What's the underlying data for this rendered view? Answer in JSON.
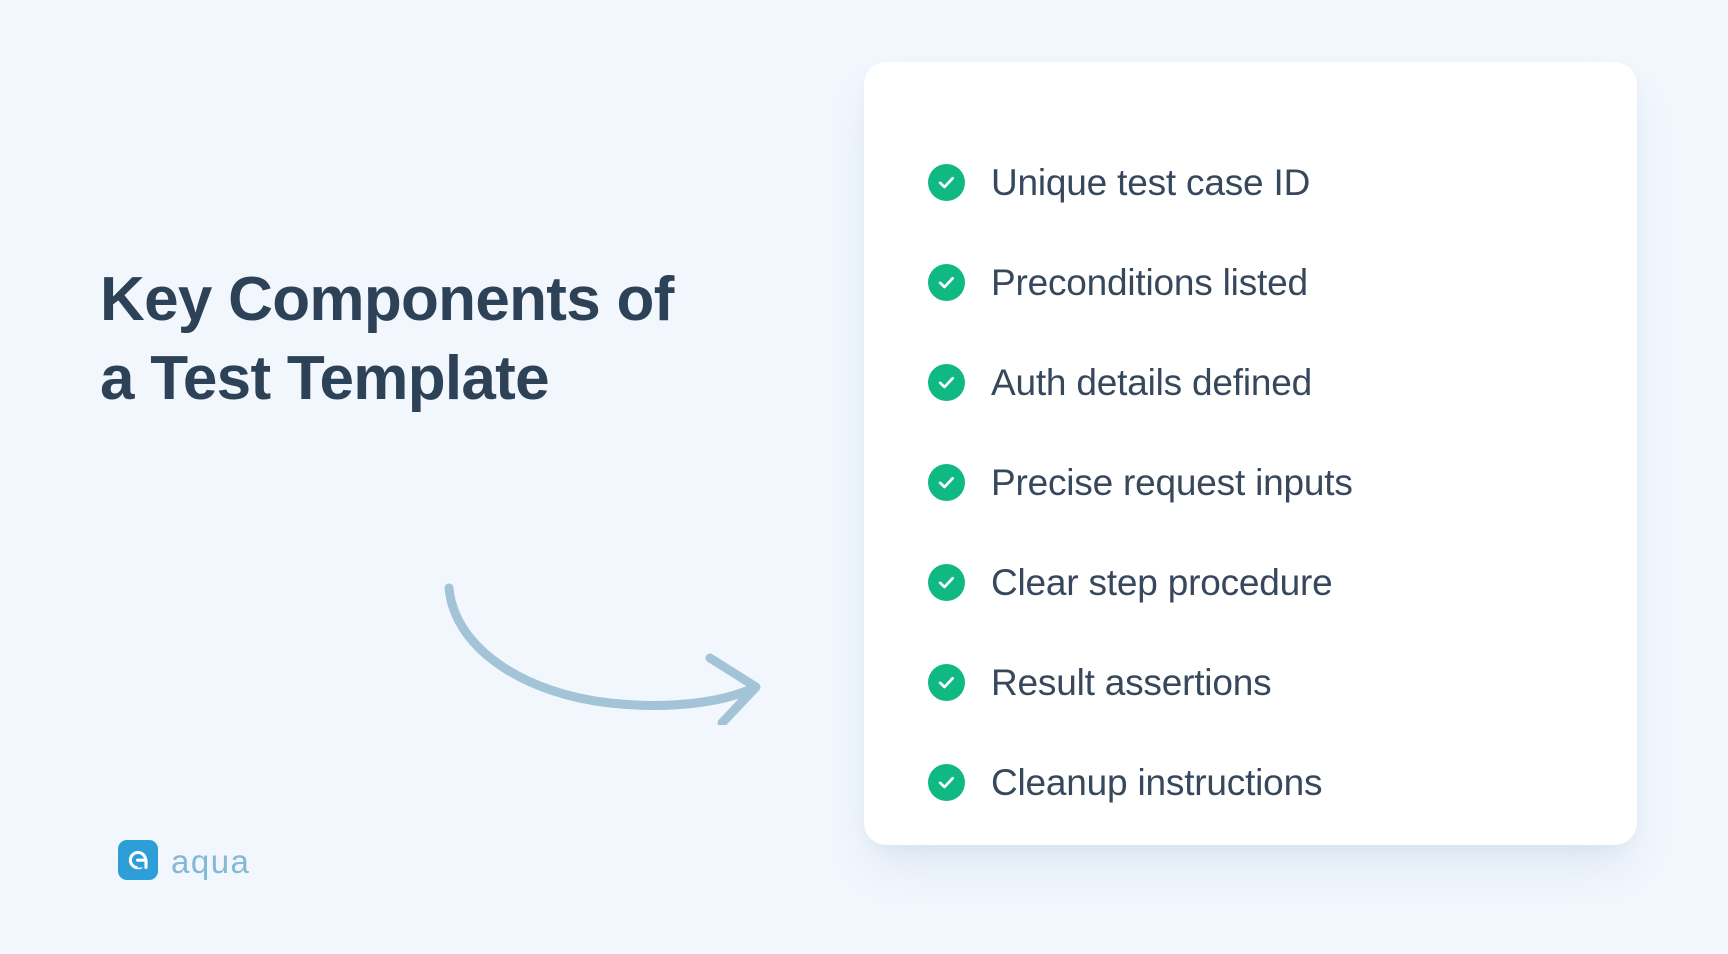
{
  "background_color": "#f2f6fd",
  "heading": {
    "text": "Key Components of\na Test Template",
    "color": "#2d4257"
  },
  "arrow": {
    "icon": "curved-arrow-right-icon",
    "color": "#a3c3d6"
  },
  "brand": {
    "mark_icon": "aqua-logo-mark-icon",
    "wordmark": "aqua",
    "mark_color": "#2e9ed8",
    "wordmark_color": "#83b9d6"
  },
  "card": {
    "background_color": "#ffffff",
    "check_color": "#0fb981",
    "label_color": "#37485c",
    "items": [
      {
        "icon": "check-circle-icon",
        "label": "Unique test case ID"
      },
      {
        "icon": "check-circle-icon",
        "label": "Preconditions listed"
      },
      {
        "icon": "check-circle-icon",
        "label": "Auth details defined"
      },
      {
        "icon": "check-circle-icon",
        "label": "Precise request inputs"
      },
      {
        "icon": "check-circle-icon",
        "label": "Clear step procedure"
      },
      {
        "icon": "check-circle-icon",
        "label": "Result assertions"
      },
      {
        "icon": "check-circle-icon",
        "label": "Cleanup instructions"
      }
    ]
  }
}
